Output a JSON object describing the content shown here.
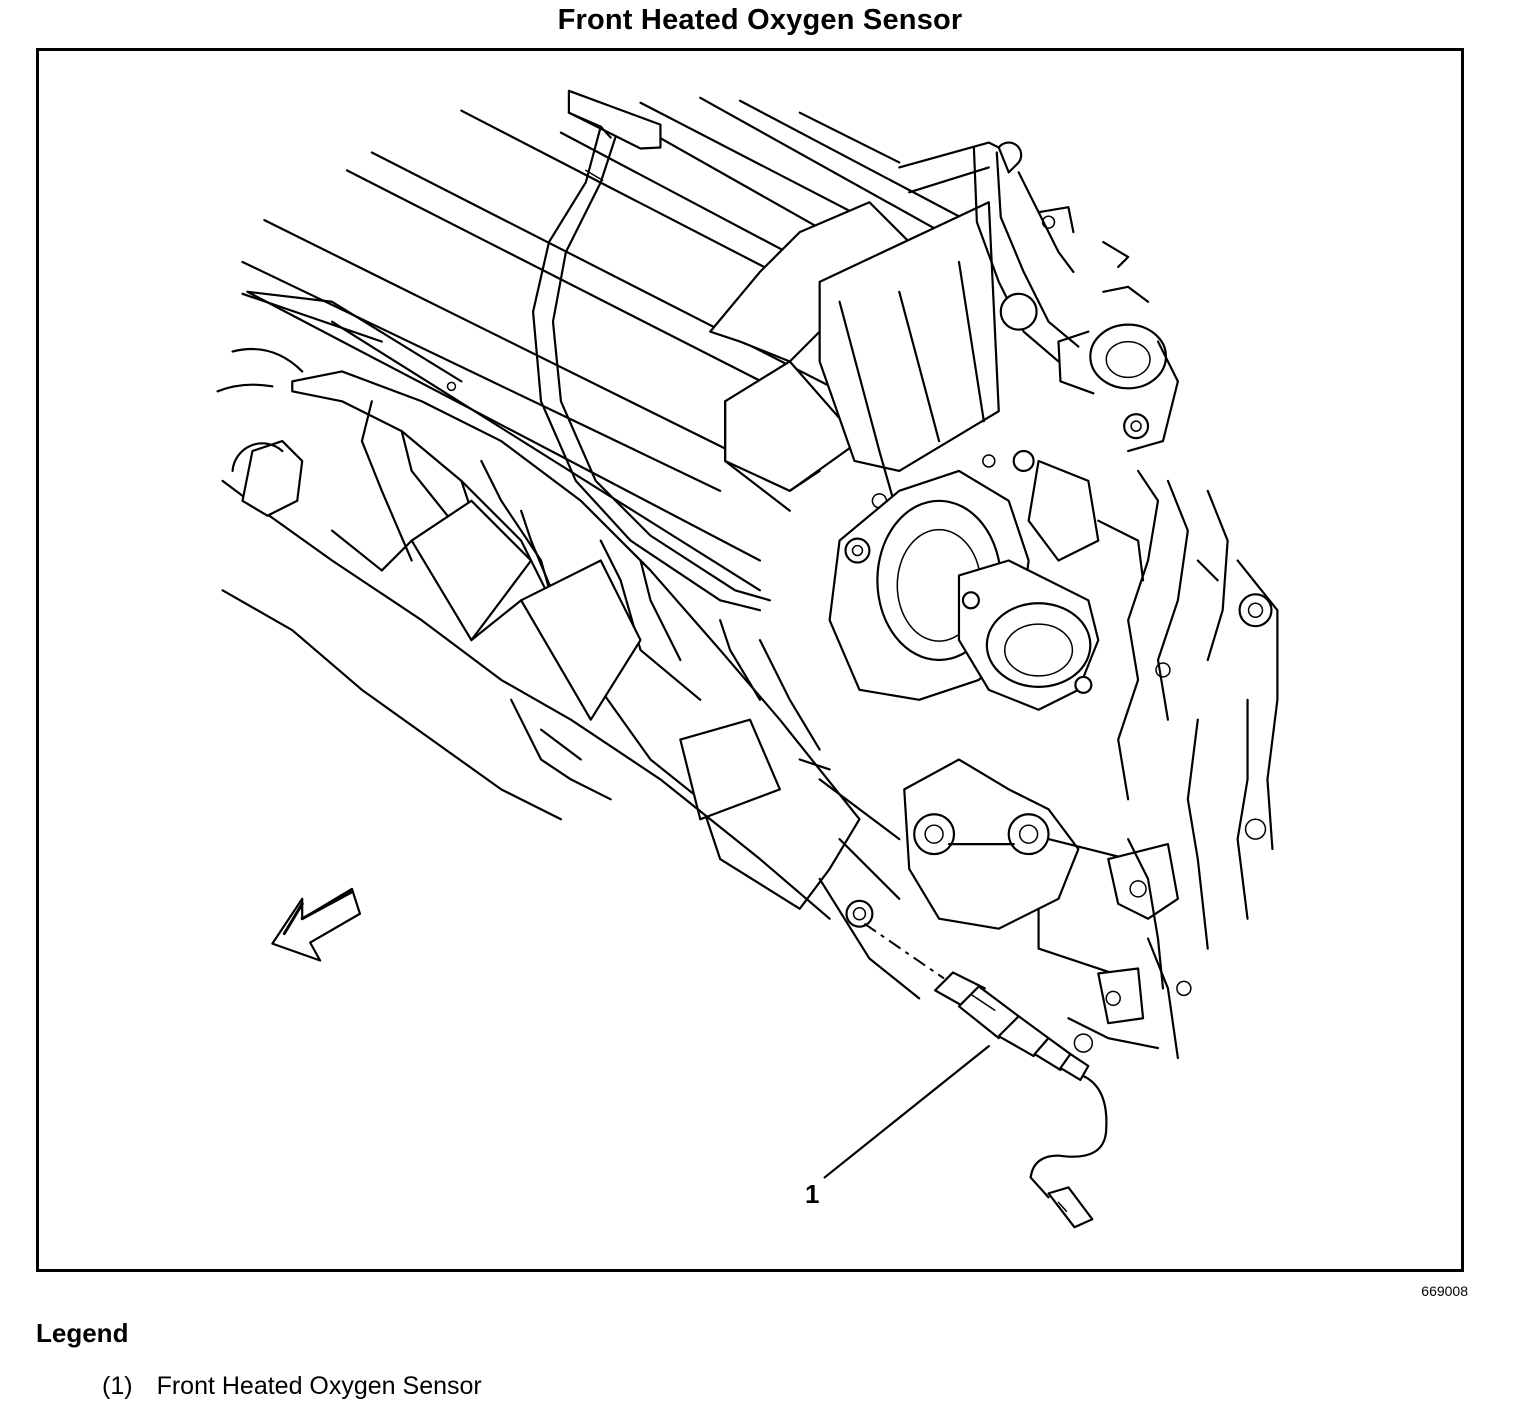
{
  "title": "Front Heated Oxygen Sensor",
  "figure_code": "669008",
  "callouts": [
    {
      "number": "1"
    }
  ],
  "legend": {
    "heading": "Legend",
    "items": [
      {
        "number": "(1)",
        "label": "Front Heated Oxygen Sensor"
      }
    ]
  }
}
